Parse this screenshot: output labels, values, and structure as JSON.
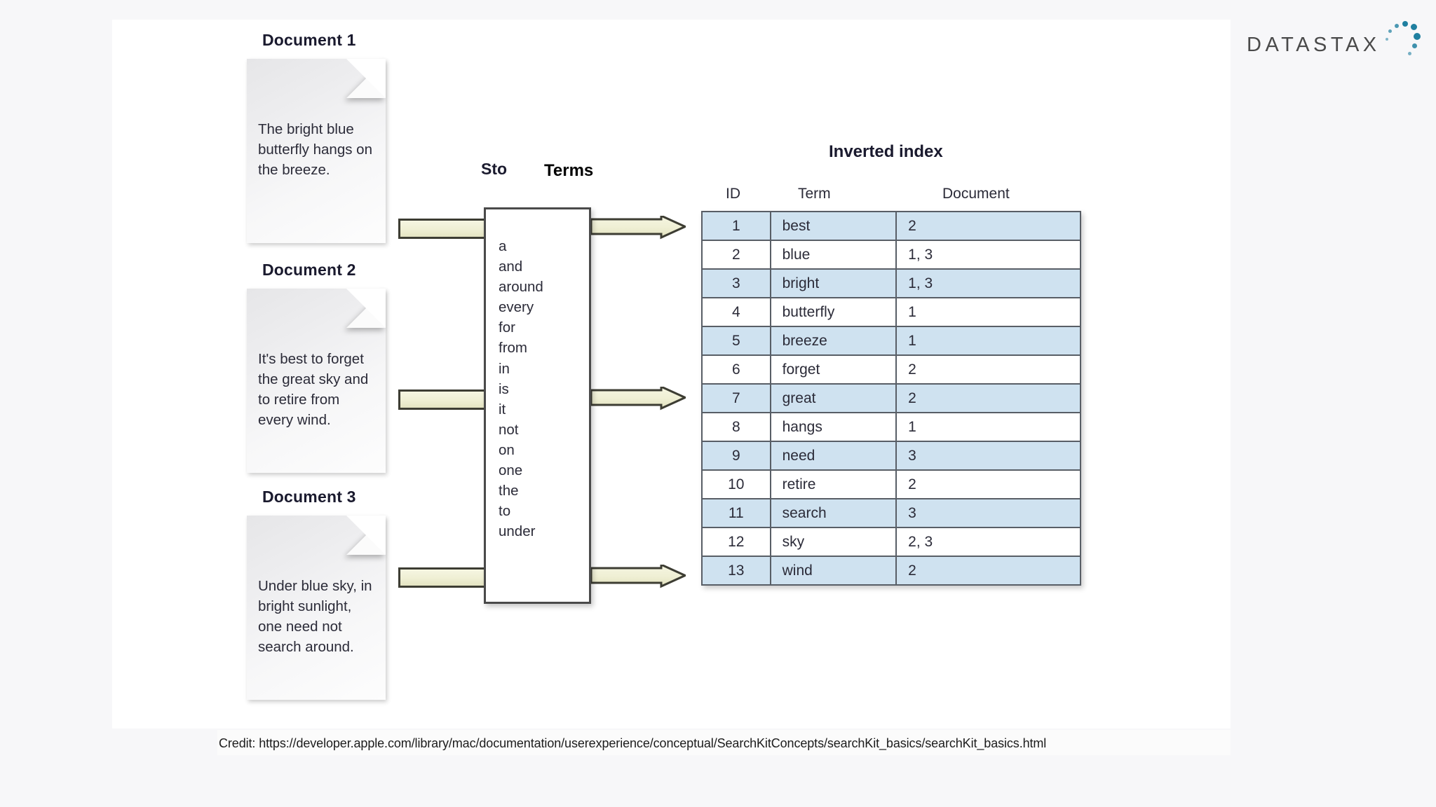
{
  "brand": {
    "logo_text": "DATASTAX",
    "logo_color": "#4a4a4a",
    "dot_color": "#1f7fa0"
  },
  "documents": [
    {
      "title": "Document 1",
      "body": "The bright blue butterfly hangs on the breeze."
    },
    {
      "title": "Document 2",
      "body": "It's best to forget the great sky and to retire from every wind."
    },
    {
      "title": "Document 3",
      "body": "Under blue sky, in bright sunlight, one need not search around."
    }
  ],
  "stopwords": {
    "label_visible": "Sto",
    "overlay_label": "Terms",
    "words": [
      "a",
      "and",
      "around",
      "every",
      "for",
      "from",
      "in",
      "is",
      "it",
      "not",
      "on",
      "one",
      "the",
      "to",
      "under"
    ]
  },
  "inverted_index": {
    "title": "Inverted index",
    "columns": [
      "ID",
      "Term",
      "Document"
    ],
    "row_highlight_color": "#cfe2f0",
    "rows": [
      {
        "id": "1",
        "term": "best",
        "document": "2"
      },
      {
        "id": "2",
        "term": "blue",
        "document": "1, 3"
      },
      {
        "id": "3",
        "term": "bright",
        "document": "1, 3"
      },
      {
        "id": "4",
        "term": "butterfly",
        "document": "1"
      },
      {
        "id": "5",
        "term": "breeze",
        "document": "1"
      },
      {
        "id": "6",
        "term": "forget",
        "document": "2"
      },
      {
        "id": "7",
        "term": "great",
        "document": "2"
      },
      {
        "id": "8",
        "term": "hangs",
        "document": "1"
      },
      {
        "id": "9",
        "term": "need",
        "document": "3"
      },
      {
        "id": "10",
        "term": "retire",
        "document": "2"
      },
      {
        "id": "11",
        "term": "search",
        "document": "3"
      },
      {
        "id": "12",
        "term": "sky",
        "document": "2, 3"
      },
      {
        "id": "13",
        "term": "wind",
        "document": "2"
      }
    ]
  },
  "credit": {
    "text": "Credit: https://developer.apple.com/library/mac/documentation/userexperience/conceptual/SearchKitConcepts/searchKit_basics/searchKit_basics.html"
  }
}
